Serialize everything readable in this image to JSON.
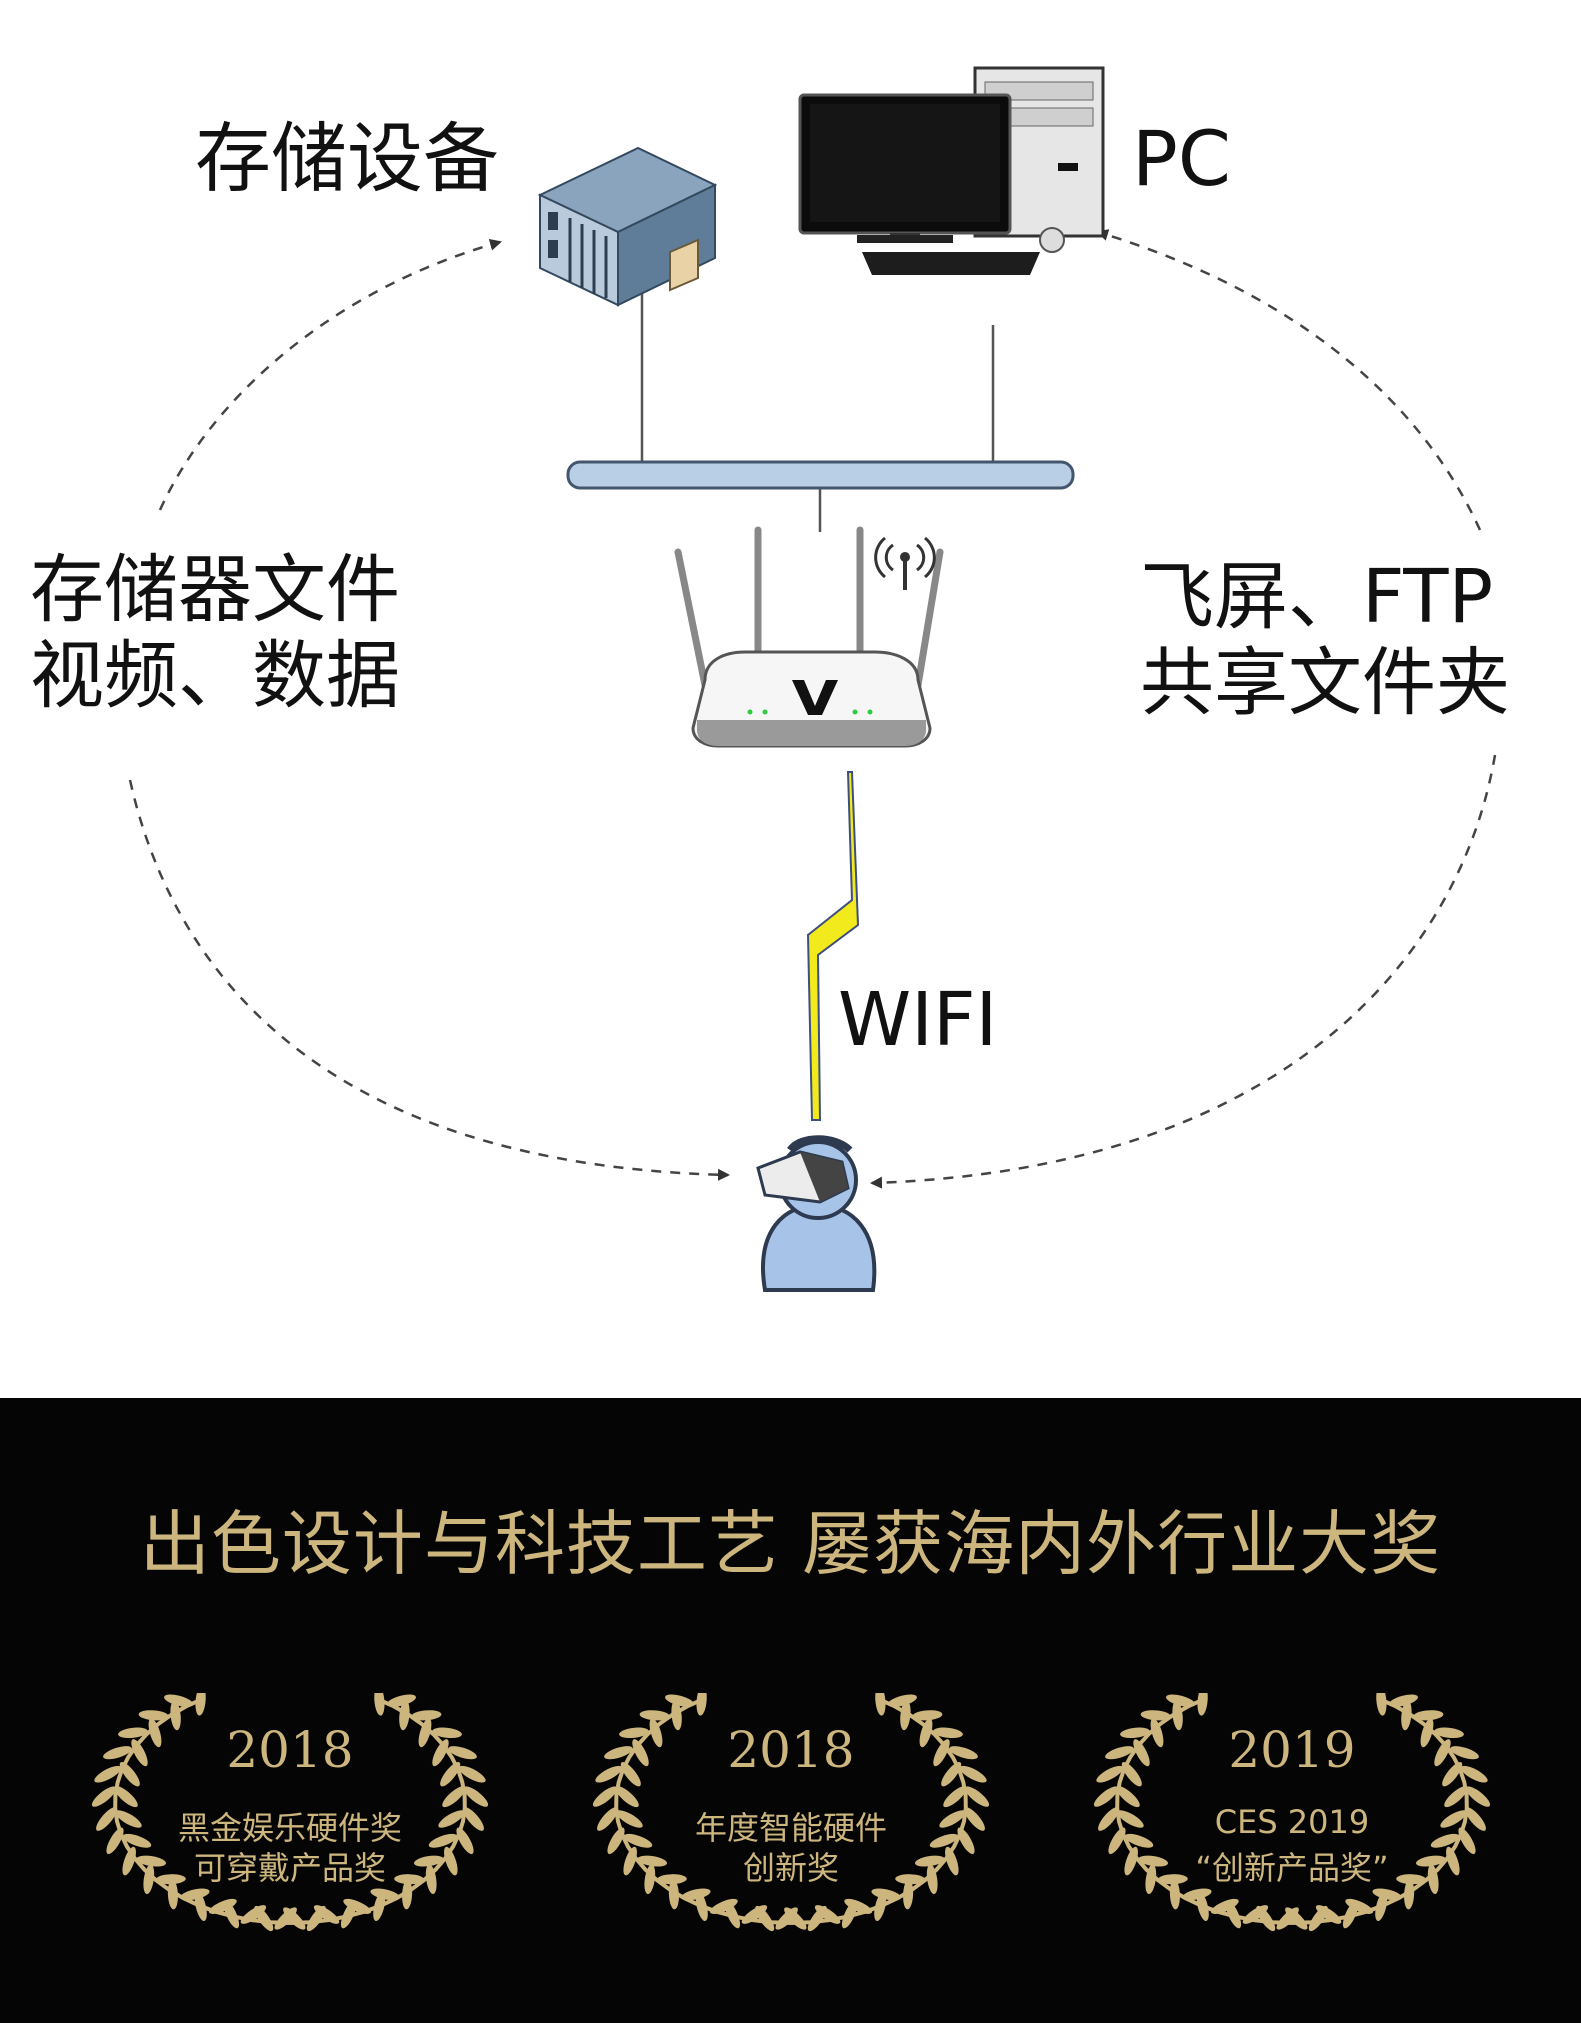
{
  "diagram": {
    "storage_label": "存储设备",
    "pc_label": "PC",
    "left_label_line1": "存储器文件",
    "left_label_line2": "视频、数据",
    "right_label_line1": "飞屏、FTP",
    "right_label_line2": "共享文件夹",
    "wifi_label": "WIFI"
  },
  "awards": {
    "headline": "出色设计与科技工艺 屡获海内外行业大奖",
    "items": [
      {
        "year": "2018",
        "line1": "黑金娱乐硬件奖",
        "line2": "可穿戴产品奖"
      },
      {
        "year": "2018",
        "line1": "年度智能硬件",
        "line2": "创新奖"
      },
      {
        "year": "2019",
        "line1": "CES 2019",
        "line2": "“创新产品奖”"
      }
    ]
  },
  "colors": {
    "award_gold": "#cdb57e",
    "awards_background": "#050505",
    "bus_bar": "#b9cfe6",
    "bolt_yellow": "#f2ea1c",
    "user_blue": "#a7c4e8"
  }
}
